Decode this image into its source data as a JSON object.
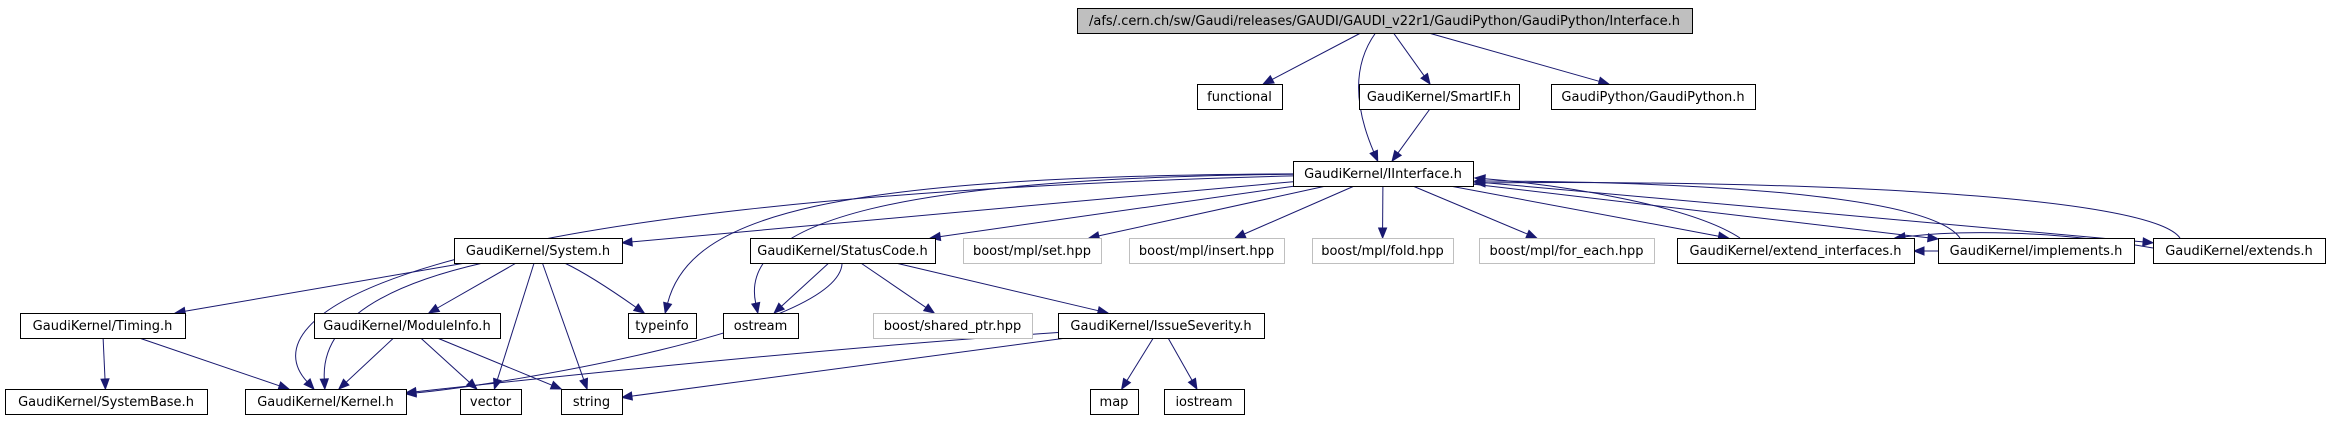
{
  "colors": {
    "edge": "#191970",
    "node_border": "#000000",
    "missing_border": "#bfbfbf",
    "root_fill": "#bfbfbf",
    "node_fill": "#ffffff"
  },
  "nodes": [
    {
      "id": "root",
      "label": "/afs/.cern.ch/sw/Gaudi/releases/GAUDI/GAUDI_v22r1/GaudiPython/GaudiPython/Interface.h",
      "kind": "root"
    },
    {
      "id": "functional",
      "label": "functional",
      "kind": "normal"
    },
    {
      "id": "smartif",
      "label": "GaudiKernel/SmartIF.h",
      "kind": "normal"
    },
    {
      "id": "gaudipython",
      "label": "GaudiPython/GaudiPython.h",
      "kind": "normal"
    },
    {
      "id": "iinterface",
      "label": "GaudiKernel/IInterface.h",
      "kind": "normal"
    },
    {
      "id": "system",
      "label": "GaudiKernel/System.h",
      "kind": "normal"
    },
    {
      "id": "typeinfo",
      "label": "typeinfo",
      "kind": "normal"
    },
    {
      "id": "ostream",
      "label": "ostream",
      "kind": "normal"
    },
    {
      "id": "statuscode",
      "label": "GaudiKernel/StatusCode.h",
      "kind": "normal"
    },
    {
      "id": "mplset",
      "label": "boost/mpl/set.hpp",
      "kind": "missing"
    },
    {
      "id": "mplinsert",
      "label": "boost/mpl/insert.hpp",
      "kind": "missing"
    },
    {
      "id": "mplfold",
      "label": "boost/mpl/fold.hpp",
      "kind": "missing"
    },
    {
      "id": "mplforeach",
      "label": "boost/mpl/for_each.hpp",
      "kind": "missing"
    },
    {
      "id": "extendif",
      "label": "GaudiKernel/extend_interfaces.h",
      "kind": "normal"
    },
    {
      "id": "implements",
      "label": "GaudiKernel/implements.h",
      "kind": "normal"
    },
    {
      "id": "extends",
      "label": "GaudiKernel/extends.h",
      "kind": "normal"
    },
    {
      "id": "timing",
      "label": "GaudiKernel/Timing.h",
      "kind": "normal"
    },
    {
      "id": "moduleinfo",
      "label": "GaudiKernel/ModuleInfo.h",
      "kind": "normal"
    },
    {
      "id": "sharedptr",
      "label": "boost/shared_ptr.hpp",
      "kind": "missing"
    },
    {
      "id": "issueseverity",
      "label": "GaudiKernel/IssueSeverity.h",
      "kind": "normal"
    },
    {
      "id": "systembase",
      "label": "GaudiKernel/SystemBase.h",
      "kind": "normal"
    },
    {
      "id": "kernel",
      "label": "GaudiKernel/Kernel.h",
      "kind": "normal"
    },
    {
      "id": "vector",
      "label": "vector",
      "kind": "normal"
    },
    {
      "id": "string",
      "label": "string",
      "kind": "normal"
    },
    {
      "id": "map",
      "label": "map",
      "kind": "normal"
    },
    {
      "id": "iostream",
      "label": "iostream",
      "kind": "normal"
    }
  ],
  "edges": [
    {
      "from": "root",
      "to": "functional"
    },
    {
      "from": "root",
      "to": "iinterface"
    },
    {
      "from": "root",
      "to": "smartif"
    },
    {
      "from": "root",
      "to": "gaudipython"
    },
    {
      "from": "smartif",
      "to": "iinterface"
    },
    {
      "from": "iinterface",
      "to": "kernel"
    },
    {
      "from": "iinterface",
      "to": "system"
    },
    {
      "from": "iinterface",
      "to": "typeinfo"
    },
    {
      "from": "iinterface",
      "to": "ostream"
    },
    {
      "from": "iinterface",
      "to": "statuscode"
    },
    {
      "from": "iinterface",
      "to": "mplset"
    },
    {
      "from": "iinterface",
      "to": "mplinsert"
    },
    {
      "from": "iinterface",
      "to": "mplfold"
    },
    {
      "from": "iinterface",
      "to": "mplforeach"
    },
    {
      "from": "iinterface",
      "to": "extendif"
    },
    {
      "from": "iinterface",
      "to": "implements"
    },
    {
      "from": "iinterface",
      "to": "extends"
    },
    {
      "from": "extendif",
      "to": "iinterface"
    },
    {
      "from": "implements",
      "to": "iinterface"
    },
    {
      "from": "implements",
      "to": "extendif"
    },
    {
      "from": "extends",
      "to": "iinterface"
    },
    {
      "from": "extends",
      "to": "extendif"
    },
    {
      "from": "system",
      "to": "timing"
    },
    {
      "from": "system",
      "to": "kernel"
    },
    {
      "from": "system",
      "to": "moduleinfo"
    },
    {
      "from": "system",
      "to": "vector"
    },
    {
      "from": "system",
      "to": "string"
    },
    {
      "from": "system",
      "to": "typeinfo"
    },
    {
      "from": "statuscode",
      "to": "ostream"
    },
    {
      "from": "statuscode",
      "to": "sharedptr"
    },
    {
      "from": "statuscode",
      "to": "issueseverity"
    },
    {
      "from": "statuscode",
      "to": "kernel"
    },
    {
      "from": "timing",
      "to": "systembase"
    },
    {
      "from": "timing",
      "to": "kernel"
    },
    {
      "from": "moduleinfo",
      "to": "kernel"
    },
    {
      "from": "moduleinfo",
      "to": "vector"
    },
    {
      "from": "moduleinfo",
      "to": "string"
    },
    {
      "from": "issueseverity",
      "to": "kernel"
    },
    {
      "from": "issueseverity",
      "to": "string"
    },
    {
      "from": "issueseverity",
      "to": "map"
    },
    {
      "from": "issueseverity",
      "to": "iostream"
    }
  ]
}
